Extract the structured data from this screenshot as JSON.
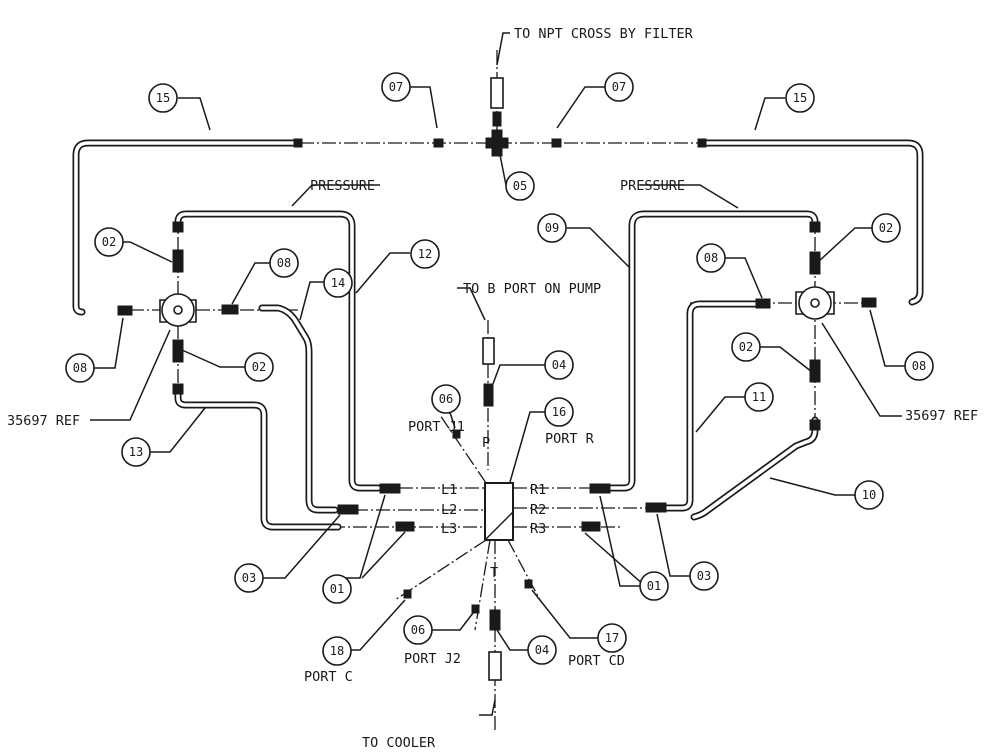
{
  "labels": {
    "to_npt_cross": "TO NPT CROSS BY FILTER",
    "to_b_port": "TO B PORT ON PUMP",
    "to_cooler": "TO COOLER",
    "pressure_left": "PRESSURE",
    "pressure_right": "PRESSURE",
    "ref_left": "35697 REF",
    "ref_right": "35697 REF",
    "port_j1": "PORT J1",
    "port_r": "PORT R",
    "port_j2": "PORT J2",
    "port_c": "PORT C",
    "port_cd": "PORT CD",
    "p": "P",
    "t": "T",
    "l1": "L1",
    "l2": "L2",
    "l3": "L3",
    "r1": "R1",
    "r2": "R2",
    "r3": "R3"
  },
  "balloons": {
    "b15_left": "15",
    "b07_left": "07",
    "b07_right": "07",
    "b15_right": "15",
    "b05": "05",
    "b02_left_top": "02",
    "b08_left_top": "08",
    "b14": "14",
    "b12": "12",
    "b09": "09",
    "b02_right_top": "02",
    "b08_right_top": "08",
    "b08_left_bottom": "08",
    "b02_left_bottom": "02",
    "b04_top": "04",
    "b02_right_bottom": "02",
    "b08_right_bottom": "08",
    "b06_top": "06",
    "b16": "16",
    "b13": "13",
    "b11": "11",
    "b10": "10",
    "b03_left": "03",
    "b01_left": "01",
    "b01_right": "01",
    "b03_right": "03",
    "b18": "18",
    "b06_bottom": "06",
    "b04_bottom": "04",
    "b17": "17"
  }
}
